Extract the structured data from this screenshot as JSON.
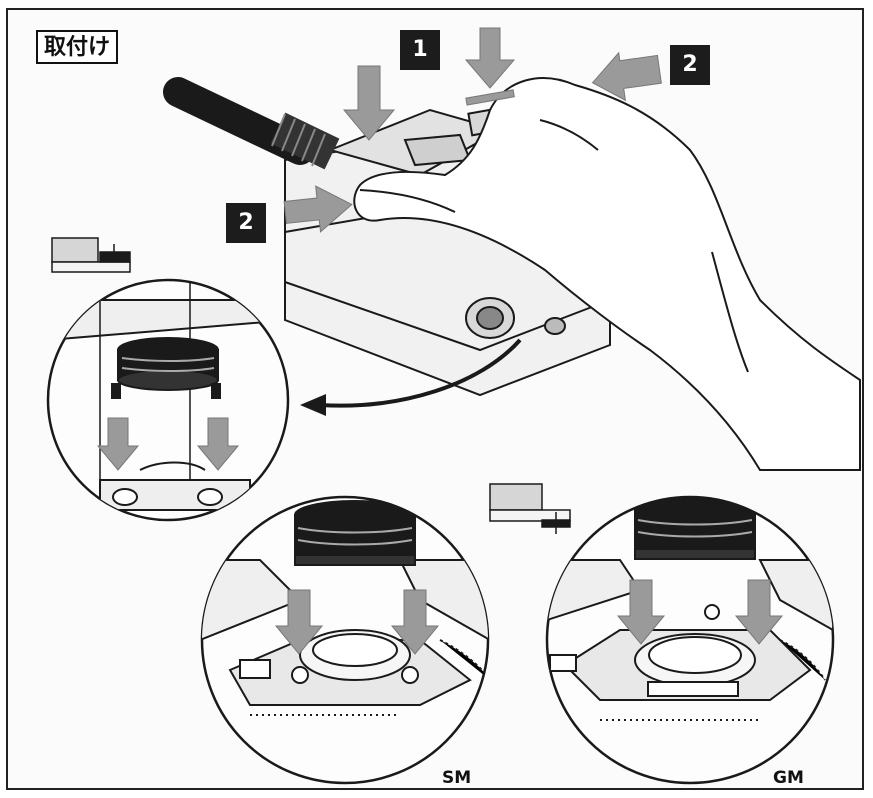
{
  "heading": "取付け",
  "steps": {
    "press": "1",
    "push_left": "2",
    "push_right": "2"
  },
  "models": {
    "sm": "SM",
    "gm": "GM"
  },
  "colors": {
    "ink": "#1a1a1a",
    "arrow": "#9a9a9a",
    "badge": "#1c1c1c"
  },
  "icons": [
    "down-arrow-icon",
    "left-arrow-icon",
    "right-arrow-icon",
    "curved-arrow-icon",
    "hand-icon",
    "cable-icon"
  ]
}
